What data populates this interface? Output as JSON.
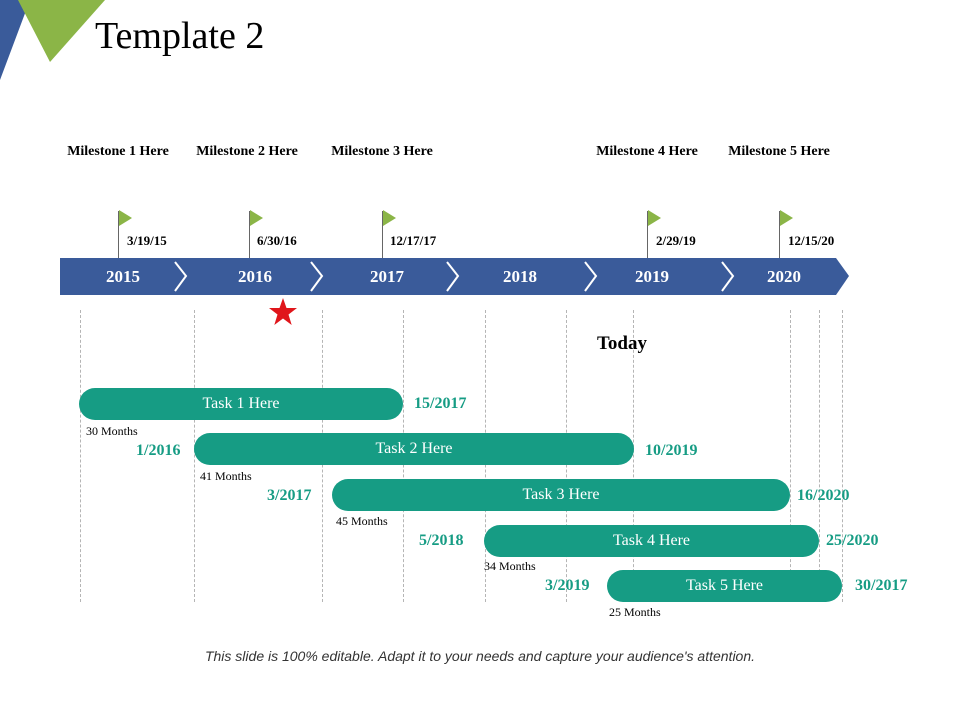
{
  "title": "Template 2",
  "milestones": [
    {
      "label": "Milestone 1 Here",
      "date": "3/19/15"
    },
    {
      "label": "Milestone 2 Here",
      "date": "6/30/16"
    },
    {
      "label": "Milestone 3 Here",
      "date": "12/17/17"
    },
    {
      "label": "Milestone 4 Here",
      "date": "2/29/19"
    },
    {
      "label": "Milestone 5 Here",
      "date": "12/15/20"
    }
  ],
  "years": [
    "2015",
    "2016",
    "2017",
    "2018",
    "2019",
    "2020"
  ],
  "today_label": "Today",
  "tasks": [
    {
      "label": "Task 1 Here",
      "start": "",
      "end": "15/2017",
      "duration": "30 Months"
    },
    {
      "label": "Task 2 Here",
      "start": "1/2016",
      "end": "10/2019",
      "duration": "41 Months"
    },
    {
      "label": "Task 3 Here",
      "start": "3/2017",
      "end": "16/2020",
      "duration": "45 Months"
    },
    {
      "label": "Task 4 Here",
      "start": "5/2018",
      "end": "25/2020",
      "duration": "34 Months"
    },
    {
      "label": "Task 5 Here",
      "start": "3/2019",
      "end": "30/2017",
      "duration": "25 Months"
    }
  ],
  "footer": "This slide is 100% editable. Adapt it to your needs and capture your audience's attention.",
  "colors": {
    "band": "#3a5b9a",
    "task": "#169c84",
    "flag": "#8bb547",
    "corner_blue": "#3a5b9a",
    "corner_green": "#8bb547",
    "star": "#e0161b"
  },
  "icons": {
    "flag": "flag-icon",
    "star": "star-icon",
    "chevron": "chevron-right-icon"
  }
}
